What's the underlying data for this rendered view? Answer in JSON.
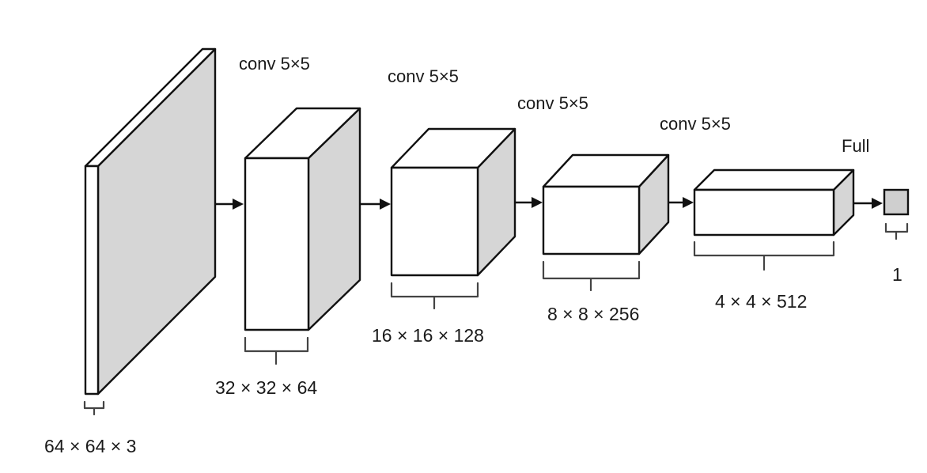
{
  "layers": [
    {
      "id": "input",
      "dims": "64 × 64 × 3",
      "op": ""
    },
    {
      "id": "conv1",
      "dims": "32 × 32 × 64",
      "op": "conv 5×5"
    },
    {
      "id": "conv2",
      "dims": "16 × 16 × 128",
      "op": "conv 5×5"
    },
    {
      "id": "conv3",
      "dims": "8 × 8 × 256",
      "op": "conv 5×5"
    },
    {
      "id": "conv4",
      "dims": "4 × 4 × 512",
      "op": "conv 5×5"
    },
    {
      "id": "output",
      "dims": "1",
      "op": "Full"
    }
  ]
}
